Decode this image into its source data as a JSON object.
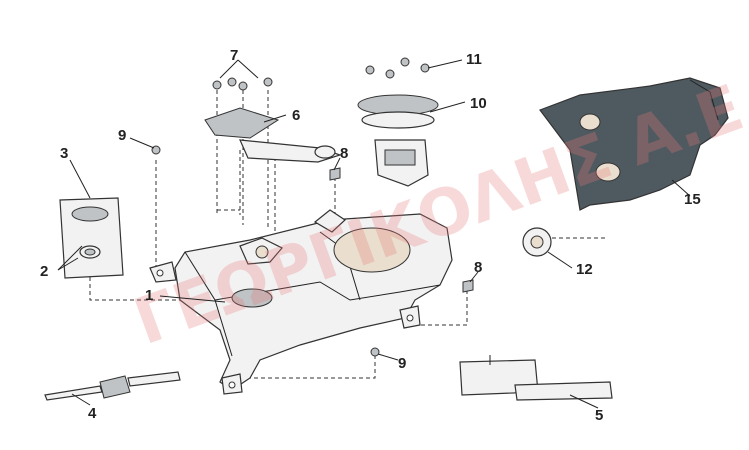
{
  "diagram": {
    "watermark": "ΓΕΩΡΓΙΚΟΛΗΣ Α.Ε.",
    "callouts": [
      "1",
      "2",
      "3",
      "4",
      "5",
      "6",
      "7",
      "8",
      "8",
      "9",
      "9",
      "10",
      "11",
      "12",
      "15"
    ]
  }
}
